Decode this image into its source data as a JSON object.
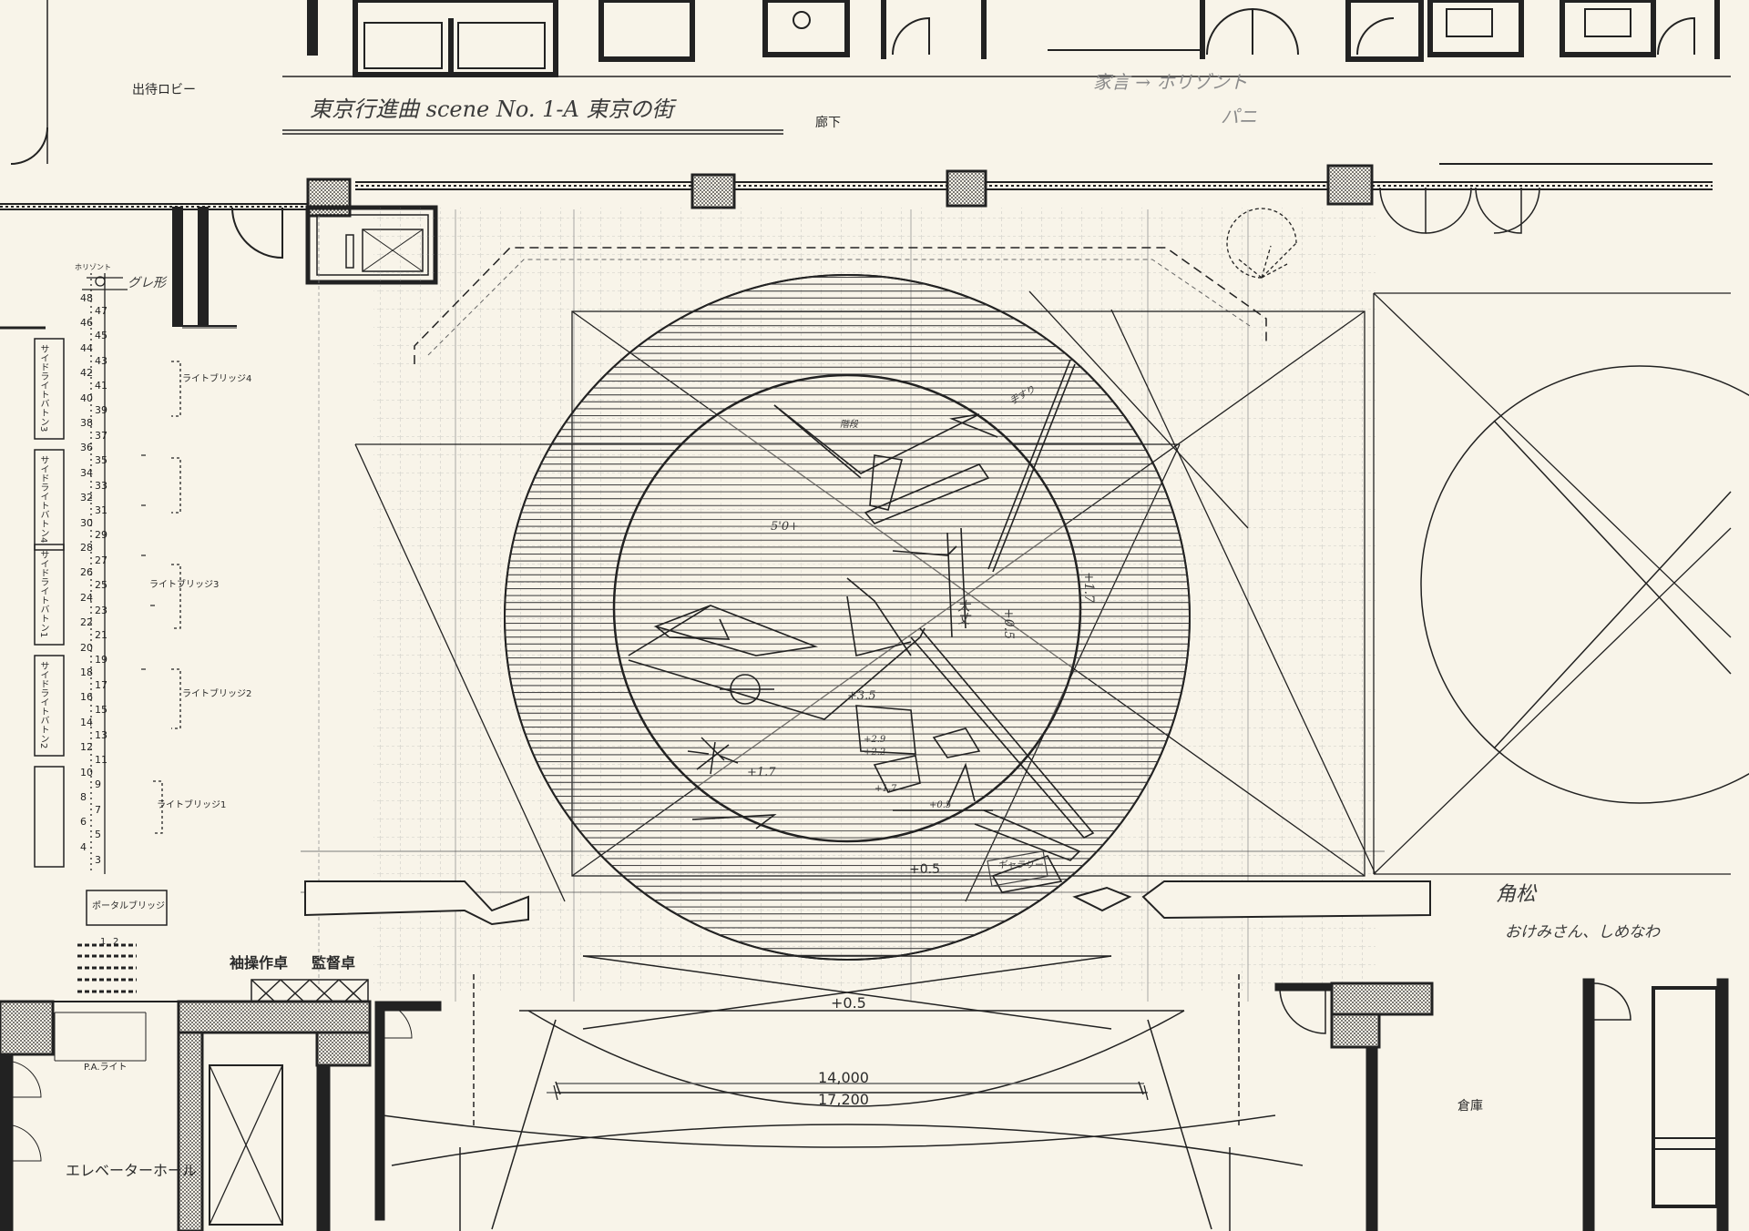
{
  "title": {
    "heading": "東京行進曲 scene No. 1-A 東京の街",
    "pencil_note_1": "家言 → ホリゾント",
    "pencil_note_2": "パニ"
  },
  "rooms": {
    "lobby": "出待ロビー",
    "corridor": "廊下",
    "elevator_hall": "エレベーターホール",
    "storage": "倉庫"
  },
  "desks": {
    "wing_desk": "袖操作卓",
    "supervisor_desk": "監督卓"
  },
  "rigging": {
    "bridges": [
      "ライトブリッジ4",
      "ライトブリッジ3",
      "ライトブリッジ2",
      "ライトブリッジ1"
    ],
    "side_battens": [
      "サイドライトバトン3",
      "サイドライトバトン4",
      "サイドライトバトン1",
      "サイドライトバトン2"
    ],
    "portal_bridge": "ポータルブリッジ",
    "pa_light": "P.A.ライト",
    "crane_note": "グレ形",
    "top_batten": "ホリゾント"
  },
  "batten_numbers": [
    "48",
    "47",
    "46",
    "45",
    "44",
    "43",
    "42",
    "41",
    "40",
    "39",
    "38",
    "37",
    "36",
    "35",
    "34",
    "33",
    "32",
    "31",
    "30",
    "29",
    "28",
    "27",
    "26",
    "25",
    "24",
    "23",
    "22",
    "21",
    "20",
    "19",
    "18",
    "17",
    "16",
    "15",
    "14",
    "13",
    "12",
    "11",
    "10",
    "9",
    "8",
    "7",
    "6",
    "5",
    "4",
    "3"
  ],
  "bottom_numbers": [
    "1",
    "2"
  ],
  "dimensions": {
    "inner": "14,000",
    "outer": "17,200"
  },
  "levels": [
    "+0.5",
    "+0.5",
    "+1.7",
    "+0.5",
    "+3.5",
    "+2.9",
    "+2.2",
    "+1.7",
    "+0.5",
    "+1.7",
    "5'0+"
  ],
  "annotations": {
    "stairs": "階段",
    "gallery": "ギャラリー",
    "top_right": "角松",
    "bottom_right_note": "おけみさん、しめなわ",
    "mid_label": "大丈",
    "rail": "手すり"
  }
}
